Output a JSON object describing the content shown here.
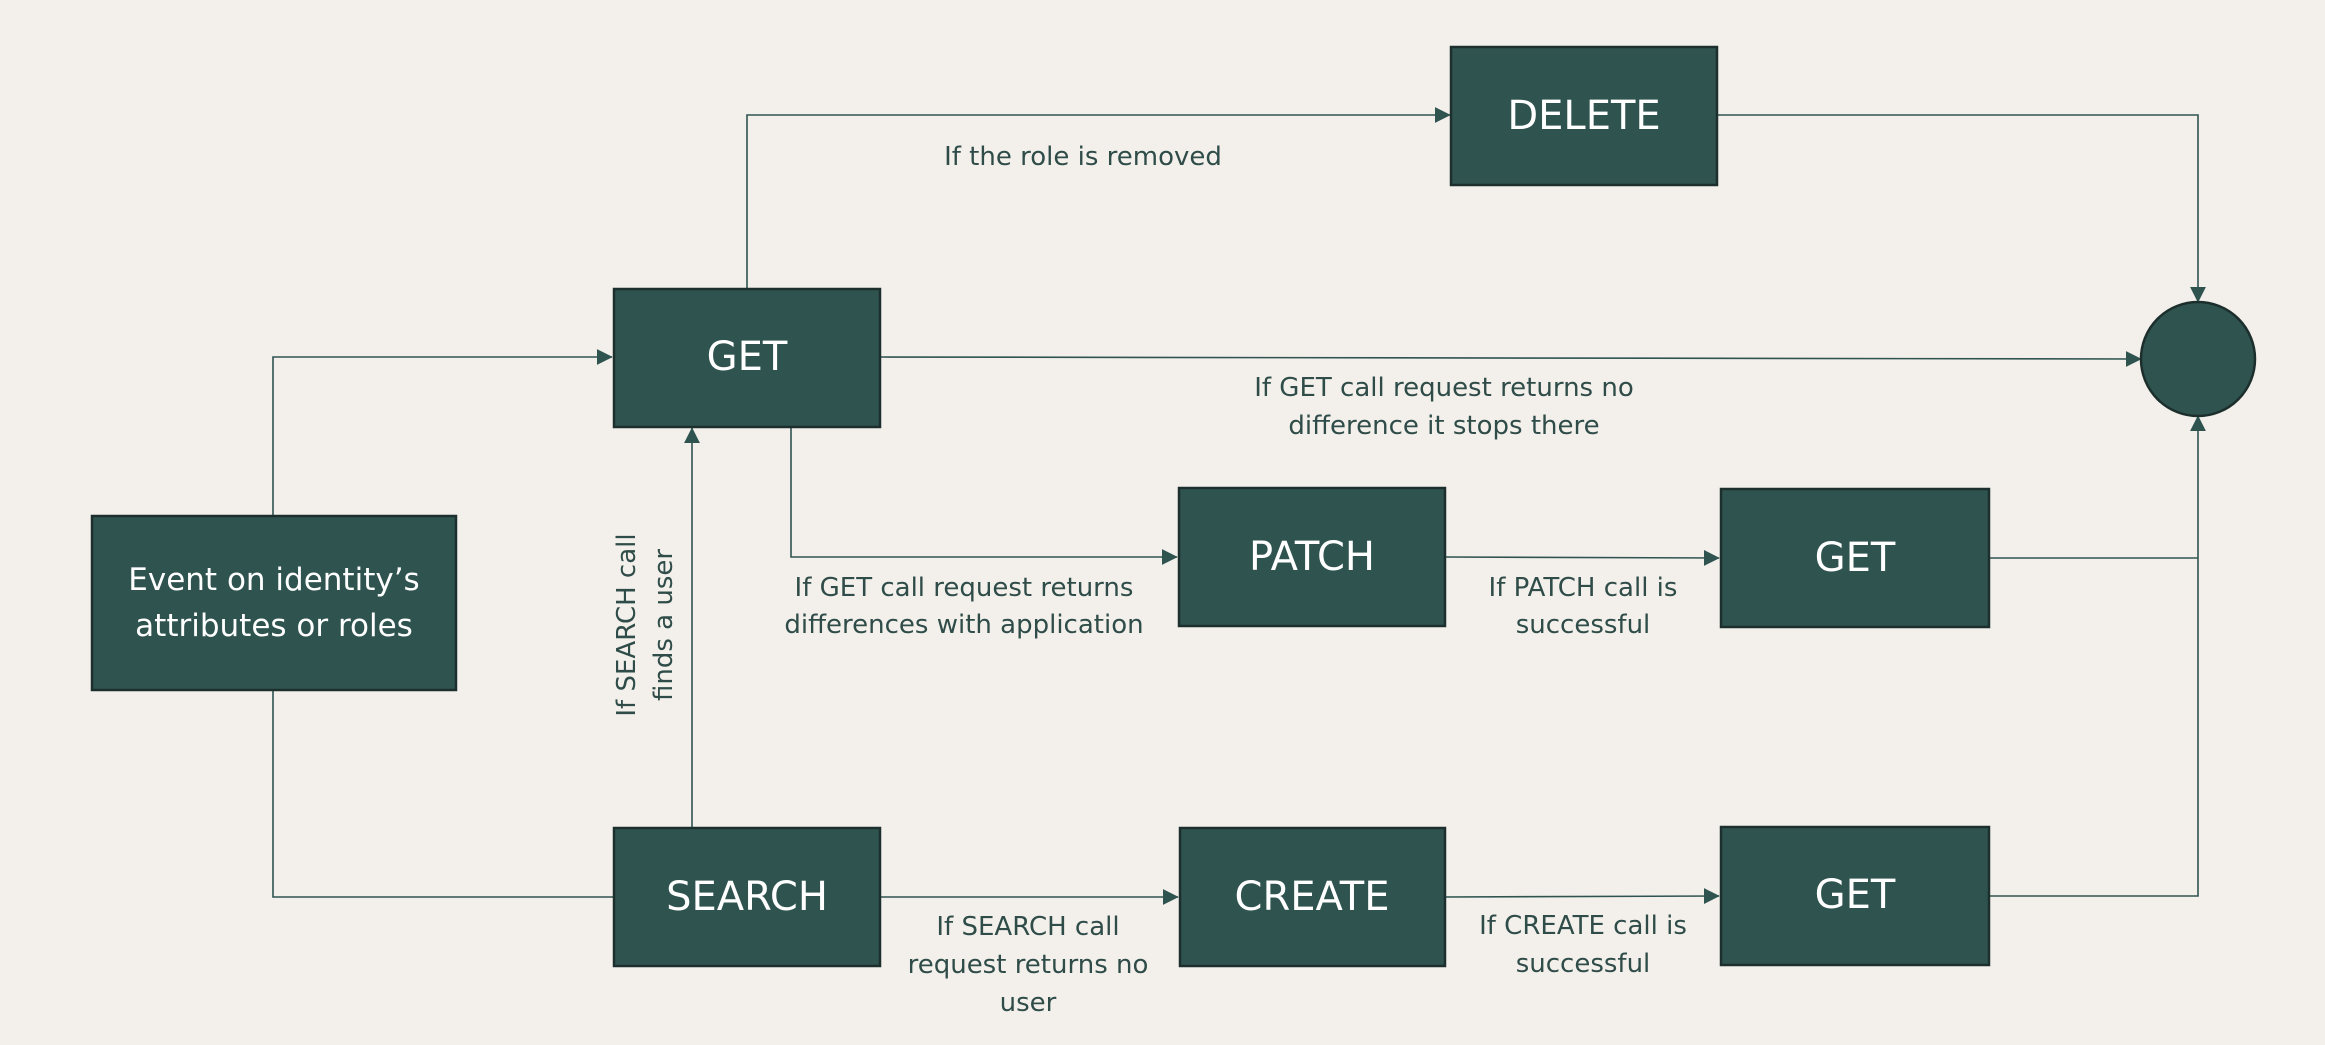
{
  "colors": {
    "background": "#f3f0ec",
    "node_fill": "#2f5450",
    "node_border": "#1c2f2c",
    "edge": "#2f5450",
    "label_text": "#2f4c48",
    "node_text": "#ffffff"
  },
  "nodes": {
    "event": {
      "line1": "Event on identity’s",
      "line2": "attributes or roles"
    },
    "get_main": {
      "label": "GET"
    },
    "delete": {
      "label": "DELETE"
    },
    "patch": {
      "label": "PATCH"
    },
    "get_after_patch": {
      "label": "GET"
    },
    "search": {
      "label": "SEARCH"
    },
    "create": {
      "label": "CREATE"
    },
    "get_after_create": {
      "label": "GET"
    },
    "end": {
      "label": ""
    }
  },
  "edge_labels": {
    "role_removed": "If the role is removed",
    "no_difference": {
      "line1": "If GET call request returns no",
      "line2": "difference it stops there"
    },
    "differences": {
      "line1": "If GET call request returns",
      "line2": "differences with application"
    },
    "patch_success": {
      "line1": "If PATCH call is",
      "line2": "successful"
    },
    "search_finds": {
      "line1": "If SEARCH call",
      "line2": "finds a user"
    },
    "search_no_user": {
      "line1": "If SEARCH call",
      "line2": "request returns no",
      "line3": "user"
    },
    "create_success": {
      "line1": "If CREATE call is",
      "line2": "successful"
    }
  }
}
